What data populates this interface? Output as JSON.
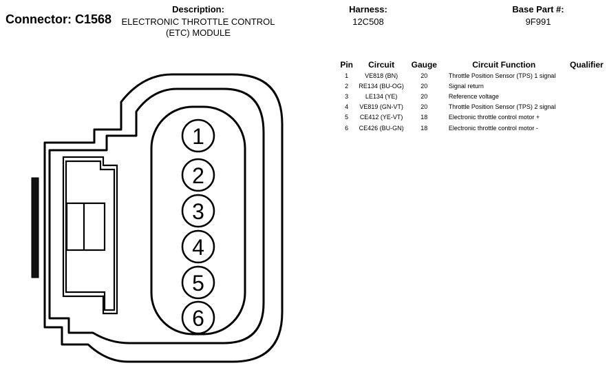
{
  "connector": {
    "label": "Connector: C1568"
  },
  "description": {
    "heading": "Description:",
    "line1": "ELECTRONIC THROTTLE CONTROL",
    "line2": "(ETC) MODULE"
  },
  "harness": {
    "heading": "Harness:",
    "value": "12C508"
  },
  "base_part": {
    "heading": "Base Part #:",
    "value": "9F991"
  },
  "table": {
    "headers": {
      "pin": "Pin",
      "circuit": "Circuit",
      "gauge": "Gauge",
      "function": "Circuit Function",
      "qualifier": "Qualifier"
    },
    "rows": [
      {
        "pin": "1",
        "circuit": "VE818 (BN)",
        "gauge": "20",
        "function": "Throttle Position Sensor (TPS) 1 signal",
        "qualifier": ""
      },
      {
        "pin": "2",
        "circuit": "RE134 (BU-OG)",
        "gauge": "20",
        "function": "Signal return",
        "qualifier": ""
      },
      {
        "pin": "3",
        "circuit": "LE134 (YE)",
        "gauge": "20",
        "function": "Reference voltage",
        "qualifier": ""
      },
      {
        "pin": "4",
        "circuit": "VE819 (GN-VT)",
        "gauge": "20",
        "function": "Throttle Position Sensor (TPS) 2 signal",
        "qualifier": ""
      },
      {
        "pin": "5",
        "circuit": "CE412 (YE-VT)",
        "gauge": "18",
        "function": "Electronic throttle control motor +",
        "qualifier": ""
      },
      {
        "pin": "6",
        "circuit": "CE426 (BU-GN)",
        "gauge": "18",
        "function": "Electronic throttle control motor -",
        "qualifier": ""
      }
    ]
  },
  "diagram": {
    "pin_labels": [
      "1",
      "2",
      "3",
      "4",
      "5",
      "6"
    ]
  }
}
